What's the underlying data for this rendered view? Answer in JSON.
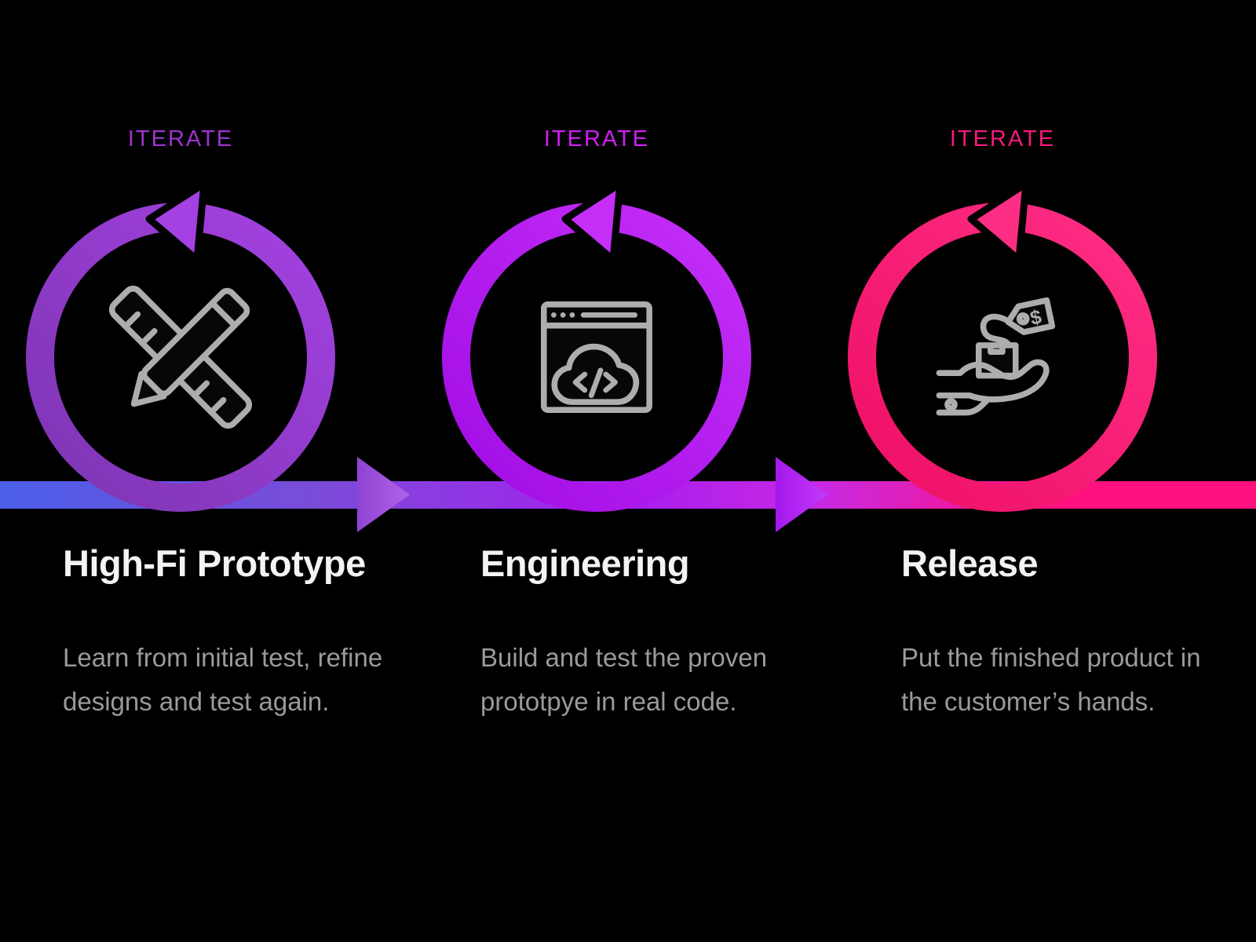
{
  "background_color": "#000000",
  "icon_color": "#adadad",
  "text_colors": {
    "title": "#f3f3f3",
    "description": "#9a9a9a"
  },
  "flow_line": {
    "gradient": [
      "#4a5ee8",
      "#7a4cd8",
      "#a81ef0",
      "#c929e0",
      "#ff1180"
    ],
    "arrows": [
      {
        "from": "#8f43d2",
        "to": "#b164ea"
      },
      {
        "from": "#a417ee",
        "to": "#c43bf8"
      }
    ]
  },
  "stages": [
    {
      "label": "ITERATE",
      "label_color": "#9c34d0",
      "title": "High-Fi Prototype",
      "description_line1": "Learn from initial test, refine",
      "description_line2": "designs and test again.",
      "icon": "pencil-ruler-icon",
      "ring_color_from": "#7d35b2",
      "ring_color_to": "#a441e2"
    },
    {
      "label": "ITERATE",
      "label_color": "#cf1ff2",
      "title": "Engineering",
      "description_line1": "Build and test the proven",
      "description_line2": "prototpye in real code.",
      "icon": "browser-code-cloud-icon",
      "ring_color_from": "#a10ce4",
      "ring_color_to": "#c52ff8"
    },
    {
      "label": "ITERATE",
      "label_color": "#f7197d",
      "title": "Release",
      "description_line1": "Put the finished product in",
      "description_line2": "the customer’s hands.",
      "icon": "hand-box-price-tag-icon",
      "ring_color_from": "#ee0f66",
      "ring_color_to": "#ff2e85"
    }
  ]
}
